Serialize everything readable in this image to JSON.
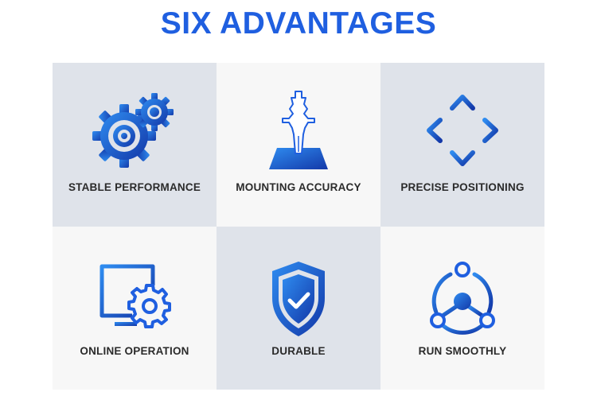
{
  "title": "SIX ADVANTAGES",
  "colors": {
    "accent": "#1f5fe0",
    "accent_dark": "#1338a8",
    "tile_gray": "#dfe3ea",
    "tile_light": "#f7f7f7",
    "label_text": "#2b2b2b"
  },
  "advantages": [
    {
      "label": "STABLE PERFORMANCE",
      "icon": "gears-icon"
    },
    {
      "label": "MOUNTING ACCURACY",
      "icon": "nozzle-icon"
    },
    {
      "label": "PRECISE POSITIONING",
      "icon": "four-arrows-icon"
    },
    {
      "label": "ONLINE OPERATION",
      "icon": "monitor-gear-icon"
    },
    {
      "label": "DURABLE",
      "icon": "shield-check-icon"
    },
    {
      "label": "RUN SMOOTHLY",
      "icon": "nodes-icon"
    }
  ]
}
